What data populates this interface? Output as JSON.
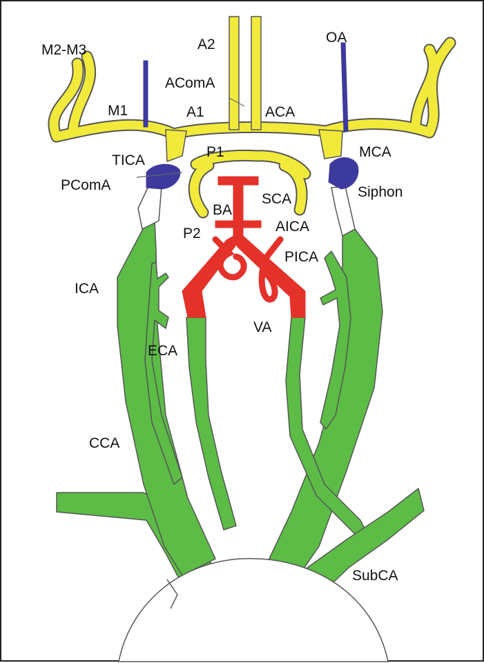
{
  "colors": {
    "yellow": "#f2ea3b",
    "blue": "#3c3a9c",
    "red": "#e4312a",
    "green": "#5cbc46",
    "outline": "#555555"
  },
  "labels": {
    "m2m3": "M2-M3",
    "a2": "A2",
    "oa": "OA",
    "acoma": "AComA",
    "m1": "M1",
    "a1": "A1",
    "aca": "ACA",
    "p1": "P1",
    "tica": "TICA",
    "mca": "MCA",
    "pcoma": "PComA",
    "sca": "SCA",
    "siphon": "Siphon",
    "ba": "BA",
    "aica": "AICA",
    "p2": "P2",
    "pica": "PICA",
    "ica": "ICA",
    "va": "VA",
    "eca": "ECA",
    "cca": "CCA",
    "subca": "SubCA"
  }
}
